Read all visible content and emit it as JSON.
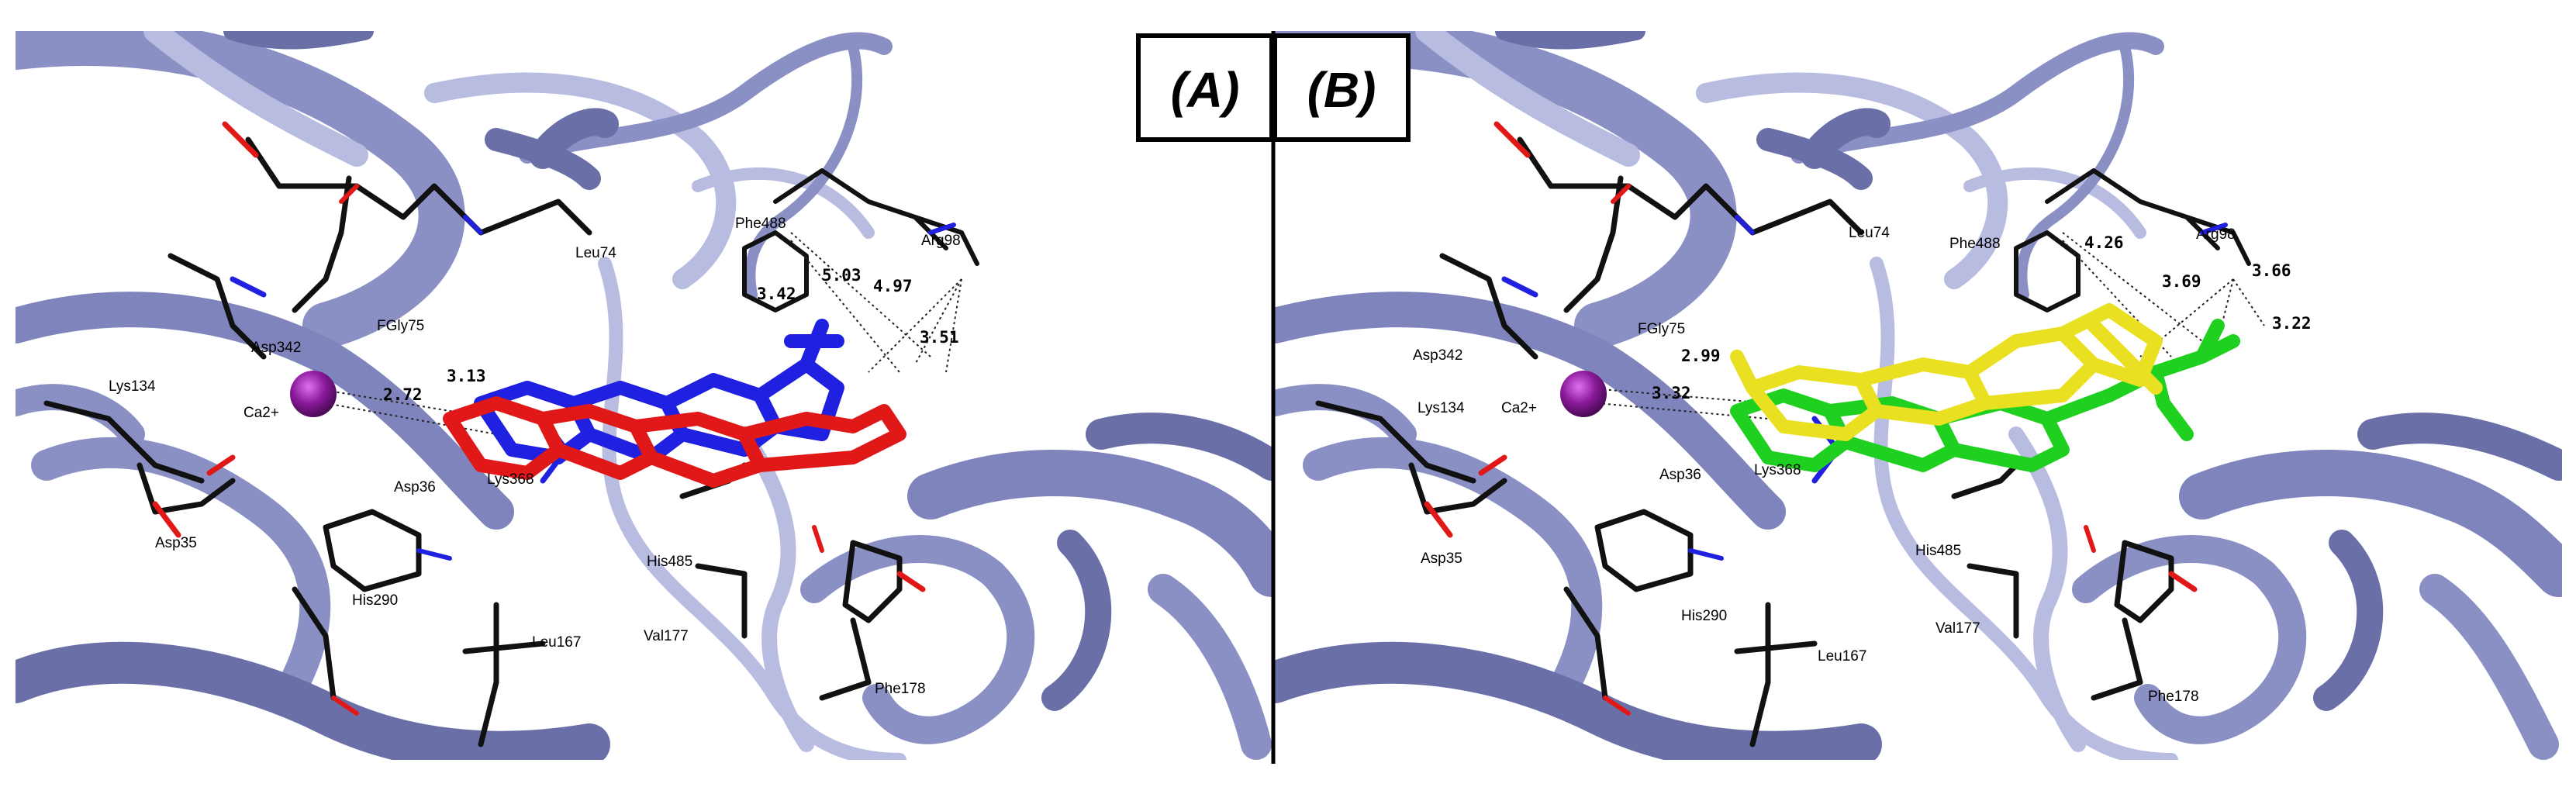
{
  "panels": [
    {
      "label": "(A)",
      "residues": [
        "Leu74",
        "Phe488",
        "Arg98",
        "FGly75",
        "Asp342",
        "Lys134",
        "Ca2+",
        "Asp36",
        "Lys368",
        "Asp35",
        "His290",
        "His485",
        "Val177",
        "Leu167",
        "Phe178"
      ],
      "distances": [
        "3.13",
        "2.72",
        "5.03",
        "4.97",
        "3.42",
        "3.51"
      ],
      "ligand_colors": [
        "#2020e0",
        "#e01818"
      ]
    },
    {
      "label": "(B)",
      "residues": [
        "Leu74",
        "Phe488",
        "Arg98",
        "FGly75",
        "Asp342",
        "Lys134",
        "Ca2+",
        "Asp36",
        "Lys368",
        "Asp35",
        "His290",
        "His485",
        "Val177",
        "Leu167",
        "Phe178"
      ],
      "distances": [
        "4.26",
        "3.69",
        "3.66",
        "3.22",
        "2.99",
        "3.32"
      ],
      "ligand_colors": [
        "#e8e020",
        "#20d020"
      ]
    }
  ],
  "colors": {
    "ribbon": "#8a8fc4",
    "ribbon_dark": "#6a6fa8",
    "ribbon_light": "#b8bce0",
    "calcium": "#8a1a9a",
    "stick": "#111111",
    "oxygen": "#e01818",
    "nitrogen": "#2020e0"
  }
}
